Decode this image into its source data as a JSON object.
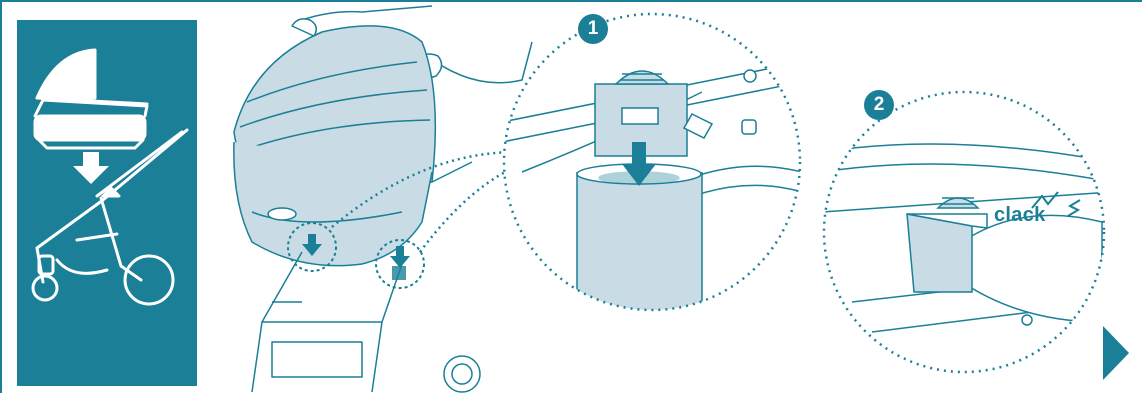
{
  "steps": [
    {
      "number": "1"
    },
    {
      "number": "2"
    }
  ],
  "sound_label": "clack",
  "icons": {
    "down_arrow": "arrow-down-icon",
    "next": "play-arrow-icon"
  },
  "colors": {
    "brand": "#1a7f97",
    "fill_light": "#c9dce5",
    "line": "#1a7f97"
  }
}
